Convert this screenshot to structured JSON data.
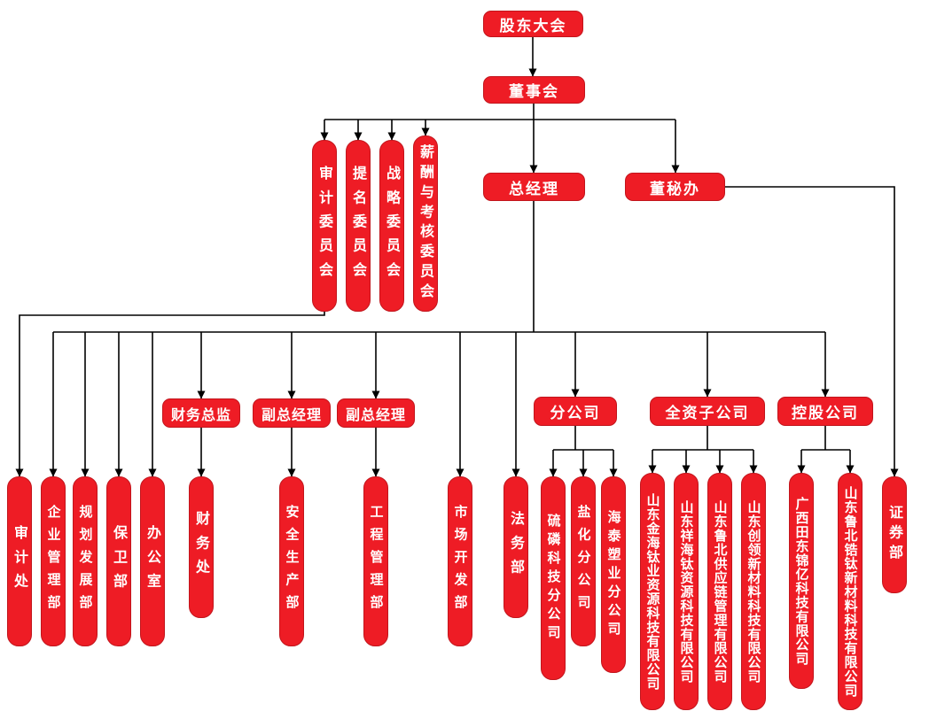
{
  "diagram_type": "org-chart",
  "colors": {
    "node_fill": "#ee1c25",
    "node_border": "#c2151c",
    "node_text": "#ffffff",
    "connector": "#000000",
    "background": "#ffffff"
  },
  "nodes": {
    "shareholders_meeting": "股东大会",
    "board_of_directors": "董事会",
    "audit_committee": "审计委员会",
    "nomination_committee": "提名委员会",
    "strategy_committee": "战略委员会",
    "remuneration_assessment_committee": "薪酬与考核委员会",
    "general_manager": "总经理",
    "board_secretary_office": "董秘办",
    "audit_office": "审计处",
    "enterprise_management_dept": "企业管理部",
    "planning_development_dept": "规划发展部",
    "security_dept": "保卫部",
    "general_office": "办公室",
    "cfo": "财务总监",
    "finance_office": "财务处",
    "deputy_general_manager_1": "副总经理",
    "safety_production_dept": "安全生产部",
    "deputy_general_manager_2": "副总经理",
    "engineering_management_dept": "工程管理部",
    "market_development_dept": "市场开发部",
    "legal_dept": "法务部",
    "branch_companies": "分公司",
    "sulfur_phosphorus_tech_branch": "硫磷科技分公司",
    "salt_chemical_branch": "盐化分公司",
    "haitai_plastics_branch": "海泰塑业分公司",
    "wholly_owned_subsidiaries": "全资子公司",
    "jinhai_titanium_co": "山东金海钛业资源科技有限公司",
    "xianghai_titanium_co": "山东祥海钛资源科技有限公司",
    "lubei_supply_chain_co": "山东鲁北供应链管理有限公司",
    "chuangling_new_materials_co": "山东创领新材料科技有限公司",
    "holding_companies": "控股公司",
    "guangxi_tiandong_jinyi_co": "广西田东锦亿科技有限公司",
    "lubei_zirconium_titanium_co": "山东鲁北锆钛新材料科技有限公司",
    "securities_dept": "证券部"
  },
  "edges": [
    [
      "shareholders_meeting",
      "board_of_directors"
    ],
    [
      "board_of_directors",
      "audit_committee"
    ],
    [
      "board_of_directors",
      "nomination_committee"
    ],
    [
      "board_of_directors",
      "strategy_committee"
    ],
    [
      "board_of_directors",
      "remuneration_assessment_committee"
    ],
    [
      "board_of_directors",
      "general_manager"
    ],
    [
      "board_of_directors",
      "board_secretary_office"
    ],
    [
      "audit_committee",
      "audit_office"
    ],
    [
      "general_manager",
      "enterprise_management_dept"
    ],
    [
      "general_manager",
      "planning_development_dept"
    ],
    [
      "general_manager",
      "security_dept"
    ],
    [
      "general_manager",
      "general_office"
    ],
    [
      "general_manager",
      "cfo"
    ],
    [
      "general_manager",
      "deputy_general_manager_1"
    ],
    [
      "general_manager",
      "deputy_general_manager_2"
    ],
    [
      "general_manager",
      "market_development_dept"
    ],
    [
      "general_manager",
      "legal_dept"
    ],
    [
      "general_manager",
      "branch_companies"
    ],
    [
      "general_manager",
      "wholly_owned_subsidiaries"
    ],
    [
      "general_manager",
      "holding_companies"
    ],
    [
      "cfo",
      "finance_office"
    ],
    [
      "deputy_general_manager_1",
      "safety_production_dept"
    ],
    [
      "deputy_general_manager_2",
      "engineering_management_dept"
    ],
    [
      "branch_companies",
      "sulfur_phosphorus_tech_branch"
    ],
    [
      "branch_companies",
      "salt_chemical_branch"
    ],
    [
      "branch_companies",
      "haitai_plastics_branch"
    ],
    [
      "wholly_owned_subsidiaries",
      "jinhai_titanium_co"
    ],
    [
      "wholly_owned_subsidiaries",
      "xianghai_titanium_co"
    ],
    [
      "wholly_owned_subsidiaries",
      "lubei_supply_chain_co"
    ],
    [
      "wholly_owned_subsidiaries",
      "chuangling_new_materials_co"
    ],
    [
      "holding_companies",
      "guangxi_tiandong_jinyi_co"
    ],
    [
      "holding_companies",
      "lubei_zirconium_titanium_co"
    ],
    [
      "board_secretary_office",
      "securities_dept"
    ]
  ]
}
